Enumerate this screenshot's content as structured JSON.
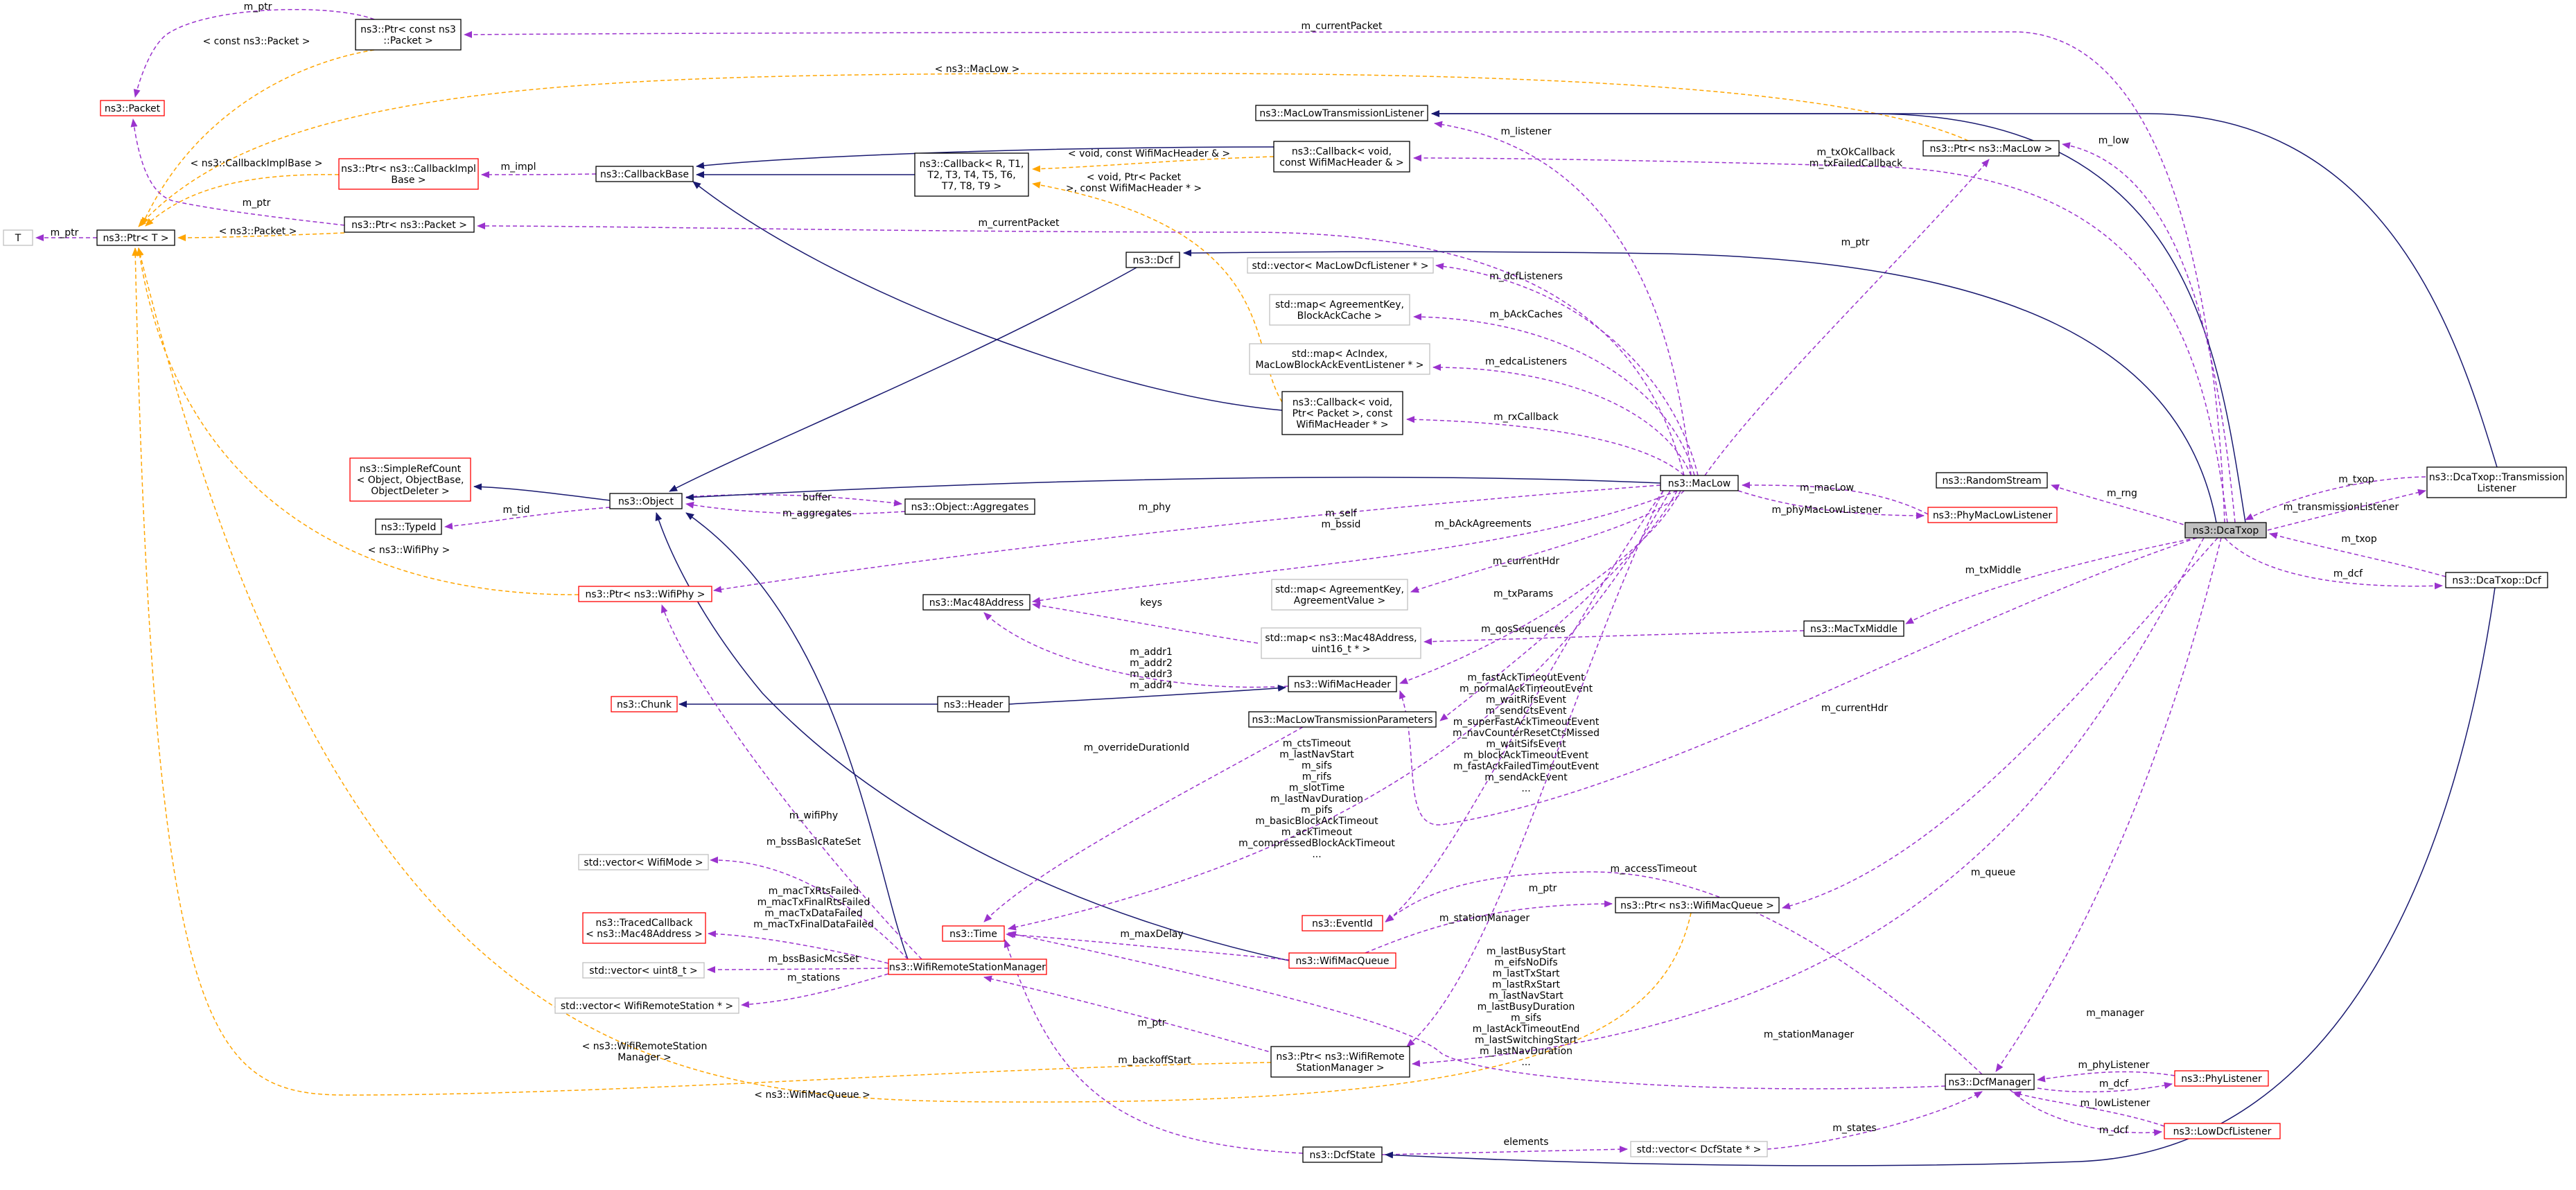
{
  "diagram": {
    "title": "",
    "colors": {
      "node_border_black": "#000000",
      "node_border_red": "#ff0000",
      "node_border_grey": "#bfbfbf",
      "highlight_fill": "#bfbfbf",
      "inheritance_edge": "#191970",
      "usage_edge": "#9a32cd",
      "template_edge": "#ffa500"
    },
    "nodes": [
      {
        "id": "dcatxop",
        "lines": [
          "ns3::DcaTxop"
        ],
        "style": "highlight"
      },
      {
        "id": "ptr_const_packet",
        "lines": [
          "ns3::Ptr< const ns3",
          "::Packet >"
        ],
        "style": "black"
      },
      {
        "id": "packet",
        "lines": [
          "ns3::Packet"
        ],
        "style": "red"
      },
      {
        "id": "T",
        "lines": [
          "T"
        ],
        "style": "grey"
      },
      {
        "id": "ptr_t",
        "lines": [
          "ns3::Ptr< T >"
        ],
        "style": "black"
      },
      {
        "id": "ptr_cbimpl",
        "lines": [
          "ns3::Ptr< ns3::CallbackImpl",
          "Base >"
        ],
        "style": "red"
      },
      {
        "id": "callbackbase",
        "lines": [
          "ns3::CallbackBase"
        ],
        "style": "black"
      },
      {
        "id": "ptr_packet",
        "lines": [
          "ns3::Ptr< ns3::Packet >"
        ],
        "style": "black"
      },
      {
        "id": "callback_r_t1",
        "lines": [
          "ns3::Callback< R, T1,",
          "T2, T3, T4, T5, T6,",
          "T7, T8, T9 >"
        ],
        "style": "black"
      },
      {
        "id": "maclowtxlistener",
        "lines": [
          "ns3::MacLowTransmissionListener"
        ],
        "style": "black"
      },
      {
        "id": "callback_void_hdr",
        "lines": [
          "ns3::Callback< void,",
          "const WifiMacHeader & >"
        ],
        "style": "black"
      },
      {
        "id": "ptr_maclow",
        "lines": [
          "ns3::Ptr< ns3::MacLow >"
        ],
        "style": "black"
      },
      {
        "id": "dcf",
        "lines": [
          "ns3::Dcf"
        ],
        "style": "black"
      },
      {
        "id": "vec_dcflistener",
        "lines": [
          "std::vector< MacLowDcfListener * >"
        ],
        "style": "grey"
      },
      {
        "id": "map_agreementkey",
        "lines": [
          "std::map< AgreementKey,",
          "BlockAckCache >"
        ],
        "style": "grey"
      },
      {
        "id": "map_acindex",
        "lines": [
          "std::map< AcIndex,",
          "MacLowBlockAckEventListener * >"
        ],
        "style": "grey"
      },
      {
        "id": "callback_void_ptr",
        "lines": [
          "ns3::Callback< void,",
          "Ptr< Packet >, const",
          "WifiMacHeader * >"
        ],
        "style": "black"
      },
      {
        "id": "simplerefcount",
        "lines": [
          "ns3::SimpleRefCount",
          "< Object, ObjectBase,",
          "ObjectDeleter >"
        ],
        "style": "red"
      },
      {
        "id": "typeid",
        "lines": [
          "ns3::TypeId"
        ],
        "style": "black"
      },
      {
        "id": "object",
        "lines": [
          "ns3::Object"
        ],
        "style": "black"
      },
      {
        "id": "aggregates",
        "lines": [
          "ns3::Object::Aggregates"
        ],
        "style": "black"
      },
      {
        "id": "maclow",
        "lines": [
          "ns3::MacLow"
        ],
        "style": "black"
      },
      {
        "id": "randomstream",
        "lines": [
          "ns3::RandomStream"
        ],
        "style": "black"
      },
      {
        "id": "phymaclowlistener",
        "lines": [
          "ns3::PhyMacLowListener"
        ],
        "style": "red"
      },
      {
        "id": "txlistener",
        "lines": [
          "ns3::DcaTxop::Transmission",
          "Listener"
        ],
        "style": "black"
      },
      {
        "id": "dcatxop_dcf",
        "lines": [
          "ns3::DcaTxop::Dcf"
        ],
        "style": "black"
      },
      {
        "id": "ptr_wifiphy",
        "lines": [
          "ns3::Ptr< ns3::WifiPhy >"
        ],
        "style": "red"
      },
      {
        "id": "mac48",
        "lines": [
          "ns3::Mac48Address"
        ],
        "style": "black"
      },
      {
        "id": "map_agreementvalue",
        "lines": [
          "std::map< AgreementKey,",
          "AgreementValue >"
        ],
        "style": "grey"
      },
      {
        "id": "map_mac48",
        "lines": [
          "std::map< ns3::Mac48Address,",
          "uint16_t * >"
        ],
        "style": "grey"
      },
      {
        "id": "mactxmiddle",
        "lines": [
          "ns3::MacTxMiddle"
        ],
        "style": "black"
      },
      {
        "id": "wifimacheader",
        "lines": [
          "ns3::WifiMacHeader"
        ],
        "style": "black"
      },
      {
        "id": "chunk",
        "lines": [
          "ns3::Chunk"
        ],
        "style": "red"
      },
      {
        "id": "header",
        "lines": [
          "ns3::Header"
        ],
        "style": "black"
      },
      {
        "id": "maclowtxparams",
        "lines": [
          "ns3::MacLowTransmissionParameters"
        ],
        "style": "black"
      },
      {
        "id": "vec_wifimode",
        "lines": [
          "std::vector< WifiMode >"
        ],
        "style": "grey"
      },
      {
        "id": "time",
        "lines": [
          "ns3::Time"
        ],
        "style": "red"
      },
      {
        "id": "eventid",
        "lines": [
          "ns3::EventId"
        ],
        "style": "red"
      },
      {
        "id": "ptr_wifimacqueue",
        "lines": [
          "ns3::Ptr< ns3::WifiMacQueue >"
        ],
        "style": "black"
      },
      {
        "id": "tracedcallback",
        "lines": [
          "ns3::TracedCallback",
          "< ns3::Mac48Address >"
        ],
        "style": "red"
      },
      {
        "id": "wifimacqueue",
        "lines": [
          "ns3::WifiMacQueue"
        ],
        "style": "red"
      },
      {
        "id": "vec_uint8",
        "lines": [
          "std::vector< uint8_t >"
        ],
        "style": "grey"
      },
      {
        "id": "wrsm",
        "lines": [
          "ns3::WifiRemoteStationManager"
        ],
        "style": "red"
      },
      {
        "id": "vec_wrs",
        "lines": [
          "std::vector< WifiRemoteStation * >"
        ],
        "style": "grey"
      },
      {
        "id": "ptr_wrsm",
        "lines": [
          "ns3::Ptr< ns3::WifiRemote",
          "StationManager >"
        ],
        "style": "black"
      },
      {
        "id": "dcfmanager",
        "lines": [
          "ns3::DcfManager"
        ],
        "style": "black"
      },
      {
        "id": "phylistener",
        "lines": [
          "ns3::PhyListener"
        ],
        "style": "red"
      },
      {
        "id": "lowdcflistener",
        "lines": [
          "ns3::LowDcfListener"
        ],
        "style": "red"
      },
      {
        "id": "dcfstate",
        "lines": [
          "ns3::DcfState"
        ],
        "style": "black"
      },
      {
        "id": "vec_dcfstate",
        "lines": [
          "std::vector< DcfState * >"
        ],
        "style": "grey"
      }
    ],
    "edges": [
      {
        "id": "e_ptrconstpacket_packet",
        "kind": "usage",
        "label": [
          "m_ptr"
        ]
      },
      {
        "id": "e_ptrt_ptrconstpacket",
        "kind": "template",
        "label": [
          "< const ns3::Packet >"
        ]
      },
      {
        "id": "e_ptrt_ptrmaclow",
        "kind": "template",
        "label": [
          "< ns3::MacLow >"
        ]
      },
      {
        "id": "e_ptrt_ptrcbimpl",
        "kind": "template",
        "label": [
          "< ns3::CallbackImplBase >"
        ]
      },
      {
        "id": "e_ptrpacket_packet",
        "kind": "usage",
        "label": [
          "m_ptr"
        ]
      },
      {
        "id": "e_ptrt_ptrpacket",
        "kind": "template",
        "label": [
          "< ns3::Packet >"
        ]
      },
      {
        "id": "e_ptrt_T",
        "kind": "usage",
        "label": [
          "m_ptr"
        ]
      },
      {
        "id": "e_cbbase_ptrcbimpl",
        "kind": "usage",
        "label": [
          "m_impl"
        ]
      },
      {
        "id": "e_cbbase_callbackr",
        "kind": "inherit",
        "label": []
      },
      {
        "id": "e_cbbase_cbvoidhdr",
        "kind": "inherit",
        "label": []
      },
      {
        "id": "e_cbbase_cbvoidptr",
        "kind": "inherit",
        "label": []
      },
      {
        "id": "e_callbackr_cbvoidhdr",
        "kind": "template",
        "label": [
          "< void, const WifiMacHeader & >"
        ]
      },
      {
        "id": "e_callbackr_cbvoidptr",
        "kind": "template",
        "label": [
          "< void, Ptr< Packet",
          ">, const WifiMacHeader * >"
        ]
      },
      {
        "id": "e_ptrconstpacket_dcatxop",
        "kind": "usage",
        "label": [
          "m_currentPacket"
        ]
      },
      {
        "id": "e_ptrpacket_maclow",
        "kind": "usage",
        "label": [
          "m_currentPacket"
        ]
      },
      {
        "id": "e_maclowtxlistener_dcatxop",
        "kind": "inherit",
        "label": []
      },
      {
        "id": "e_maclowtxlistener_maclow",
        "kind": "usage",
        "label": [
          "m_listener"
        ]
      },
      {
        "id": "e_cbvoidhdr_dcatxop",
        "kind": "usage",
        "label": [
          "m_txOkCallback",
          "m_txFailedCallback"
        ]
      },
      {
        "id": "e_ptrmaclow_dcatxop",
        "kind": "usage",
        "label": [
          "m_low"
        ]
      },
      {
        "id": "e_maclow_ptrmaclow",
        "kind": "usage",
        "label": [
          "m_ptr"
        ]
      },
      {
        "id": "e_dcf_dcatxop",
        "kind": "inherit",
        "label": []
      },
      {
        "id": "e_object_dcf",
        "kind": "inherit",
        "label": []
      },
      {
        "id": "e_vecdcf_maclow",
        "kind": "usage",
        "label": [
          "m_dcfListeners"
        ]
      },
      {
        "id": "e_mapagree_maclow",
        "kind": "usage",
        "label": [
          "m_bAckCaches"
        ]
      },
      {
        "id": "e_mapacindex_maclow",
        "kind": "usage",
        "label": [
          "m_edcaListeners"
        ]
      },
      {
        "id": "e_cbvoidptr_maclow",
        "kind": "usage",
        "label": [
          "m_rxCallback"
        ]
      },
      {
        "id": "e_simplerefcount_object",
        "kind": "inherit",
        "label": []
      },
      {
        "id": "e_typeid_object",
        "kind": "usage",
        "label": [
          "m_tid"
        ]
      },
      {
        "id": "e_aggregates_object",
        "kind": "usage",
        "label": [
          "m_aggregates"
        ]
      },
      {
        "id": "e_object_aggregates",
        "kind": "usage",
        "label": [
          "buffer"
        ]
      },
      {
        "id": "e_object_maclow",
        "kind": "inherit",
        "label": []
      },
      {
        "id": "e_object_wifimacqueue",
        "kind": "inherit",
        "label": []
      },
      {
        "id": "e_object_wrsm",
        "kind": "inherit",
        "label": []
      },
      {
        "id": "e_maclow_phymaclowlistener",
        "kind": "usage",
        "label": [
          "m_macLow"
        ]
      },
      {
        "id": "e_phymaclowlistener_maclow",
        "kind": "usage",
        "label": [
          "m_phyMacLowListener"
        ]
      },
      {
        "id": "e_randomstream_dcatxop",
        "kind": "usage",
        "label": [
          "m_rng"
        ]
      },
      {
        "id": "e_dcatxop_txlistener",
        "kind": "usage",
        "label": [
          "m_txop"
        ]
      },
      {
        "id": "e_txlistener_dcatxop",
        "kind": "usage",
        "label": [
          "m_transmissionListener"
        ]
      },
      {
        "id": "e_maclowtxlistener_txlistener",
        "kind": "inherit",
        "label": []
      },
      {
        "id": "e_dcatxop_dcatxopdcf",
        "kind": "usage",
        "label": [
          "m_txop"
        ]
      },
      {
        "id": "e_dcatxopdcf_dcatxop",
        "kind": "usage",
        "label": [
          "m_dcf"
        ]
      },
      {
        "id": "e_ptrwifiphy_maclow",
        "kind": "usage",
        "label": [
          "m_phy"
        ]
      },
      {
        "id": "e_ptrt_ptrwifiphy",
        "kind": "template",
        "label": [
          "< ns3::WifiPhy >"
        ]
      },
      {
        "id": "e_mac48_maclow",
        "kind": "usage",
        "label": [
          "m_self",
          "m_bssid"
        ]
      },
      {
        "id": "e_mapagreevalue_maclow",
        "kind": "usage",
        "label": [
          "m_bAckAgreements"
        ]
      },
      {
        "id": "e_mac48_mapmac48",
        "kind": "usage",
        "label": [
          "keys"
        ]
      },
      {
        "id": "e_mapmac48_mactxmiddle",
        "kind": "usage",
        "label": [
          "m_qosSequences"
        ]
      },
      {
        "id": "e_mactxmiddle_dcatxop",
        "kind": "usage",
        "label": [
          "m_txMiddle"
        ]
      },
      {
        "id": "e_mac48_wifimacheader",
        "kind": "usage",
        "label": [
          "m_addr1",
          "m_addr2",
          "m_addr3",
          "m_addr4"
        ]
      },
      {
        "id": "e_wifimacheader_maclow",
        "kind": "usage",
        "label": [
          "m_currentHdr"
        ]
      },
      {
        "id": "e_wifimacheader_dcatxop",
        "kind": "usage",
        "label": [
          "m_currentHdr"
        ]
      },
      {
        "id": "e_header_wifimacheader",
        "kind": "inherit",
        "label": []
      },
      {
        "id": "e_chunk_header",
        "kind": "inherit",
        "label": []
      },
      {
        "id": "e_maclowtxparams_maclow",
        "kind": "usage",
        "label": [
          "m_txParams"
        ]
      },
      {
        "id": "e_time_maclowtxparams",
        "kind": "usage",
        "label": [
          "m_overrideDurationId"
        ]
      },
      {
        "id": "e_time_maclow",
        "kind": "usage",
        "label": [
          "m_ctsTimeout",
          "m_lastNavStart",
          "m_sifs",
          "m_rifs",
          "m_slotTime",
          "m_lastNavDuration",
          "m_pifs",
          "m_basicBlockAckTimeout",
          "m_ackTimeout",
          "m_compressedBlockAckTimeout",
          "..."
        ]
      },
      {
        "id": "e_eventid_maclow",
        "kind": "usage",
        "label": [
          "m_fastAckTimeoutEvent",
          "m_normalAckTimeoutEvent",
          "m_waitRifsEvent",
          "m_sendCtsEvent",
          "m_superFastAckTimeoutEvent",
          "m_navCounterResetCtsMissed",
          "m_waitSifsEvent",
          "m_blockAckTimeoutEvent",
          "m_fastAckFailedTimeoutEvent",
          "m_sendAckEvent",
          "..."
        ]
      },
      {
        "id": "e_wifimacqueue_ptrwifimacqueue",
        "kind": "usage",
        "label": [
          "m_ptr"
        ]
      },
      {
        "id": "e_ptrwifimacqueue_dcatxop",
        "kind": "usage",
        "label": [
          "m_queue"
        ]
      },
      {
        "id": "e_time_wifimacqueue",
        "kind": "usage",
        "label": [
          "m_maxDelay"
        ]
      },
      {
        "id": "e_ptrt_ptrwifimacqueue",
        "kind": "template",
        "label": [
          "< ns3::WifiMacQueue >"
        ]
      },
      {
        "id": "e_ptrwifiphy_wrsm",
        "kind": "usage",
        "label": [
          "m_wifiPhy"
        ]
      },
      {
        "id": "e_wrsm_vecwifimode",
        "kind": "usage",
        "label": [
          "m_bssBasicRateSet"
        ]
      },
      {
        "id": "e_wrsm_tracedcallback",
        "kind": "usage",
        "label": [
          "m_macTxRtsFailed",
          "m_macTxFinalRtsFailed",
          "m_macTxDataFailed",
          "m_macTxFinalDataFailed"
        ]
      },
      {
        "id": "e_wrsm_vecuint8",
        "kind": "usage",
        "label": [
          "m_bssBasicMcsSet"
        ]
      },
      {
        "id": "e_wrsm_vecwrs",
        "kind": "usage",
        "label": [
          "m_stations"
        ]
      },
      {
        "id": "e_wrsm_ptrwrsm",
        "kind": "usage",
        "label": [
          "m_ptr"
        ]
      },
      {
        "id": "e_ptrt_ptrwrsm",
        "kind": "template",
        "label": [
          "< ns3::WifiRemoteStation",
          "Manager >"
        ]
      },
      {
        "id": "e_ptrwrsm_maclow",
        "kind": "usage",
        "label": [
          "m_stationManager"
        ]
      },
      {
        "id": "e_ptrwrsm_dcatxop",
        "kind": "usage",
        "label": [
          "m_stationManager"
        ]
      },
      {
        "id": "e_time_dcfmanager",
        "kind": "usage",
        "label": [
          "m_lastBusyStart",
          "m_eifsNoDifs",
          "m_lastTxStart",
          "m_lastRxStart",
          "m_lastNavStart",
          "m_lastBusyDuration",
          "m_sifs",
          "m_lastAckTimeoutEnd",
          "m_lastSwitchingStart",
          "m_lastNavDuration",
          "..."
        ]
      },
      {
        "id": "e_eventid_dcfmanager",
        "kind": "usage",
        "label": [
          "m_accessTimeout"
        ]
      },
      {
        "id": "e_dcfmanager_dcatxop",
        "kind": "usage",
        "label": [
          "m_manager"
        ]
      },
      {
        "id": "e_dcfmanager_phylistener",
        "kind": "usage",
        "label": [
          "m_dcf"
        ]
      },
      {
        "id": "e_phylistener_dcfmanager",
        "kind": "usage",
        "label": [
          "m_phyListener"
        ]
      },
      {
        "id": "e_dcfmanager_lowdcflistener",
        "kind": "usage",
        "label": [
          "m_dcf"
        ]
      },
      {
        "id": "e_lowdcflistener_dcfmanager",
        "kind": "usage",
        "label": [
          "m_lowListener"
        ]
      },
      {
        "id": "e_time_dcfstate",
        "kind": "usage",
        "label": [
          "m_backoffStart"
        ]
      },
      {
        "id": "e_dcfstate_vecdcfstate",
        "kind": "usage",
        "label": [
          "elements"
        ]
      },
      {
        "id": "e_vecdcfstate_dcfmanager",
        "kind": "usage",
        "label": [
          "m_states"
        ]
      },
      {
        "id": "e_dcfstate_dcatxopdcf",
        "kind": "inherit",
        "label": []
      }
    ]
  }
}
